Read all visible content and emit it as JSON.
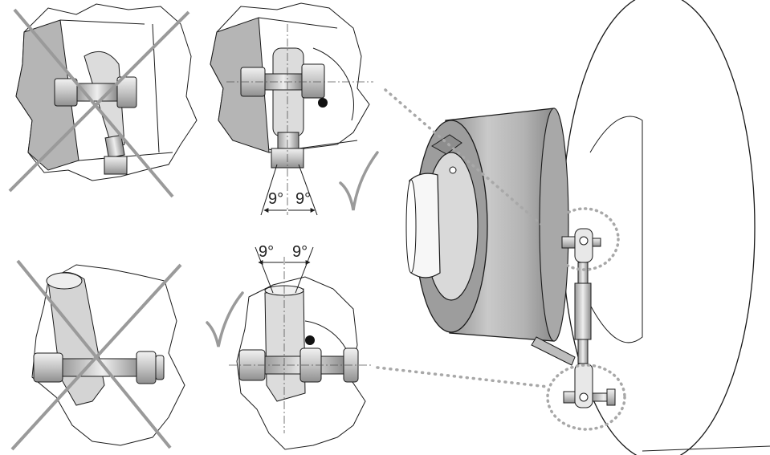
{
  "angles": {
    "top_left": "9°",
    "top_right": "9°",
    "bottom_left": "9°",
    "bottom_right": "9°"
  },
  "colors": {
    "outline": "#1a1a1a",
    "part_gray": "#b9b9b9",
    "part_light": "#e6e6e6",
    "part_dark": "#7d7d7d",
    "cross_mark": "#9a9a9a",
    "check_mark": "#9a9a9a",
    "dotted_leader": "#a8a8a8"
  },
  "marks": {
    "correct": "check-icon",
    "incorrect": "cross-icon"
  }
}
